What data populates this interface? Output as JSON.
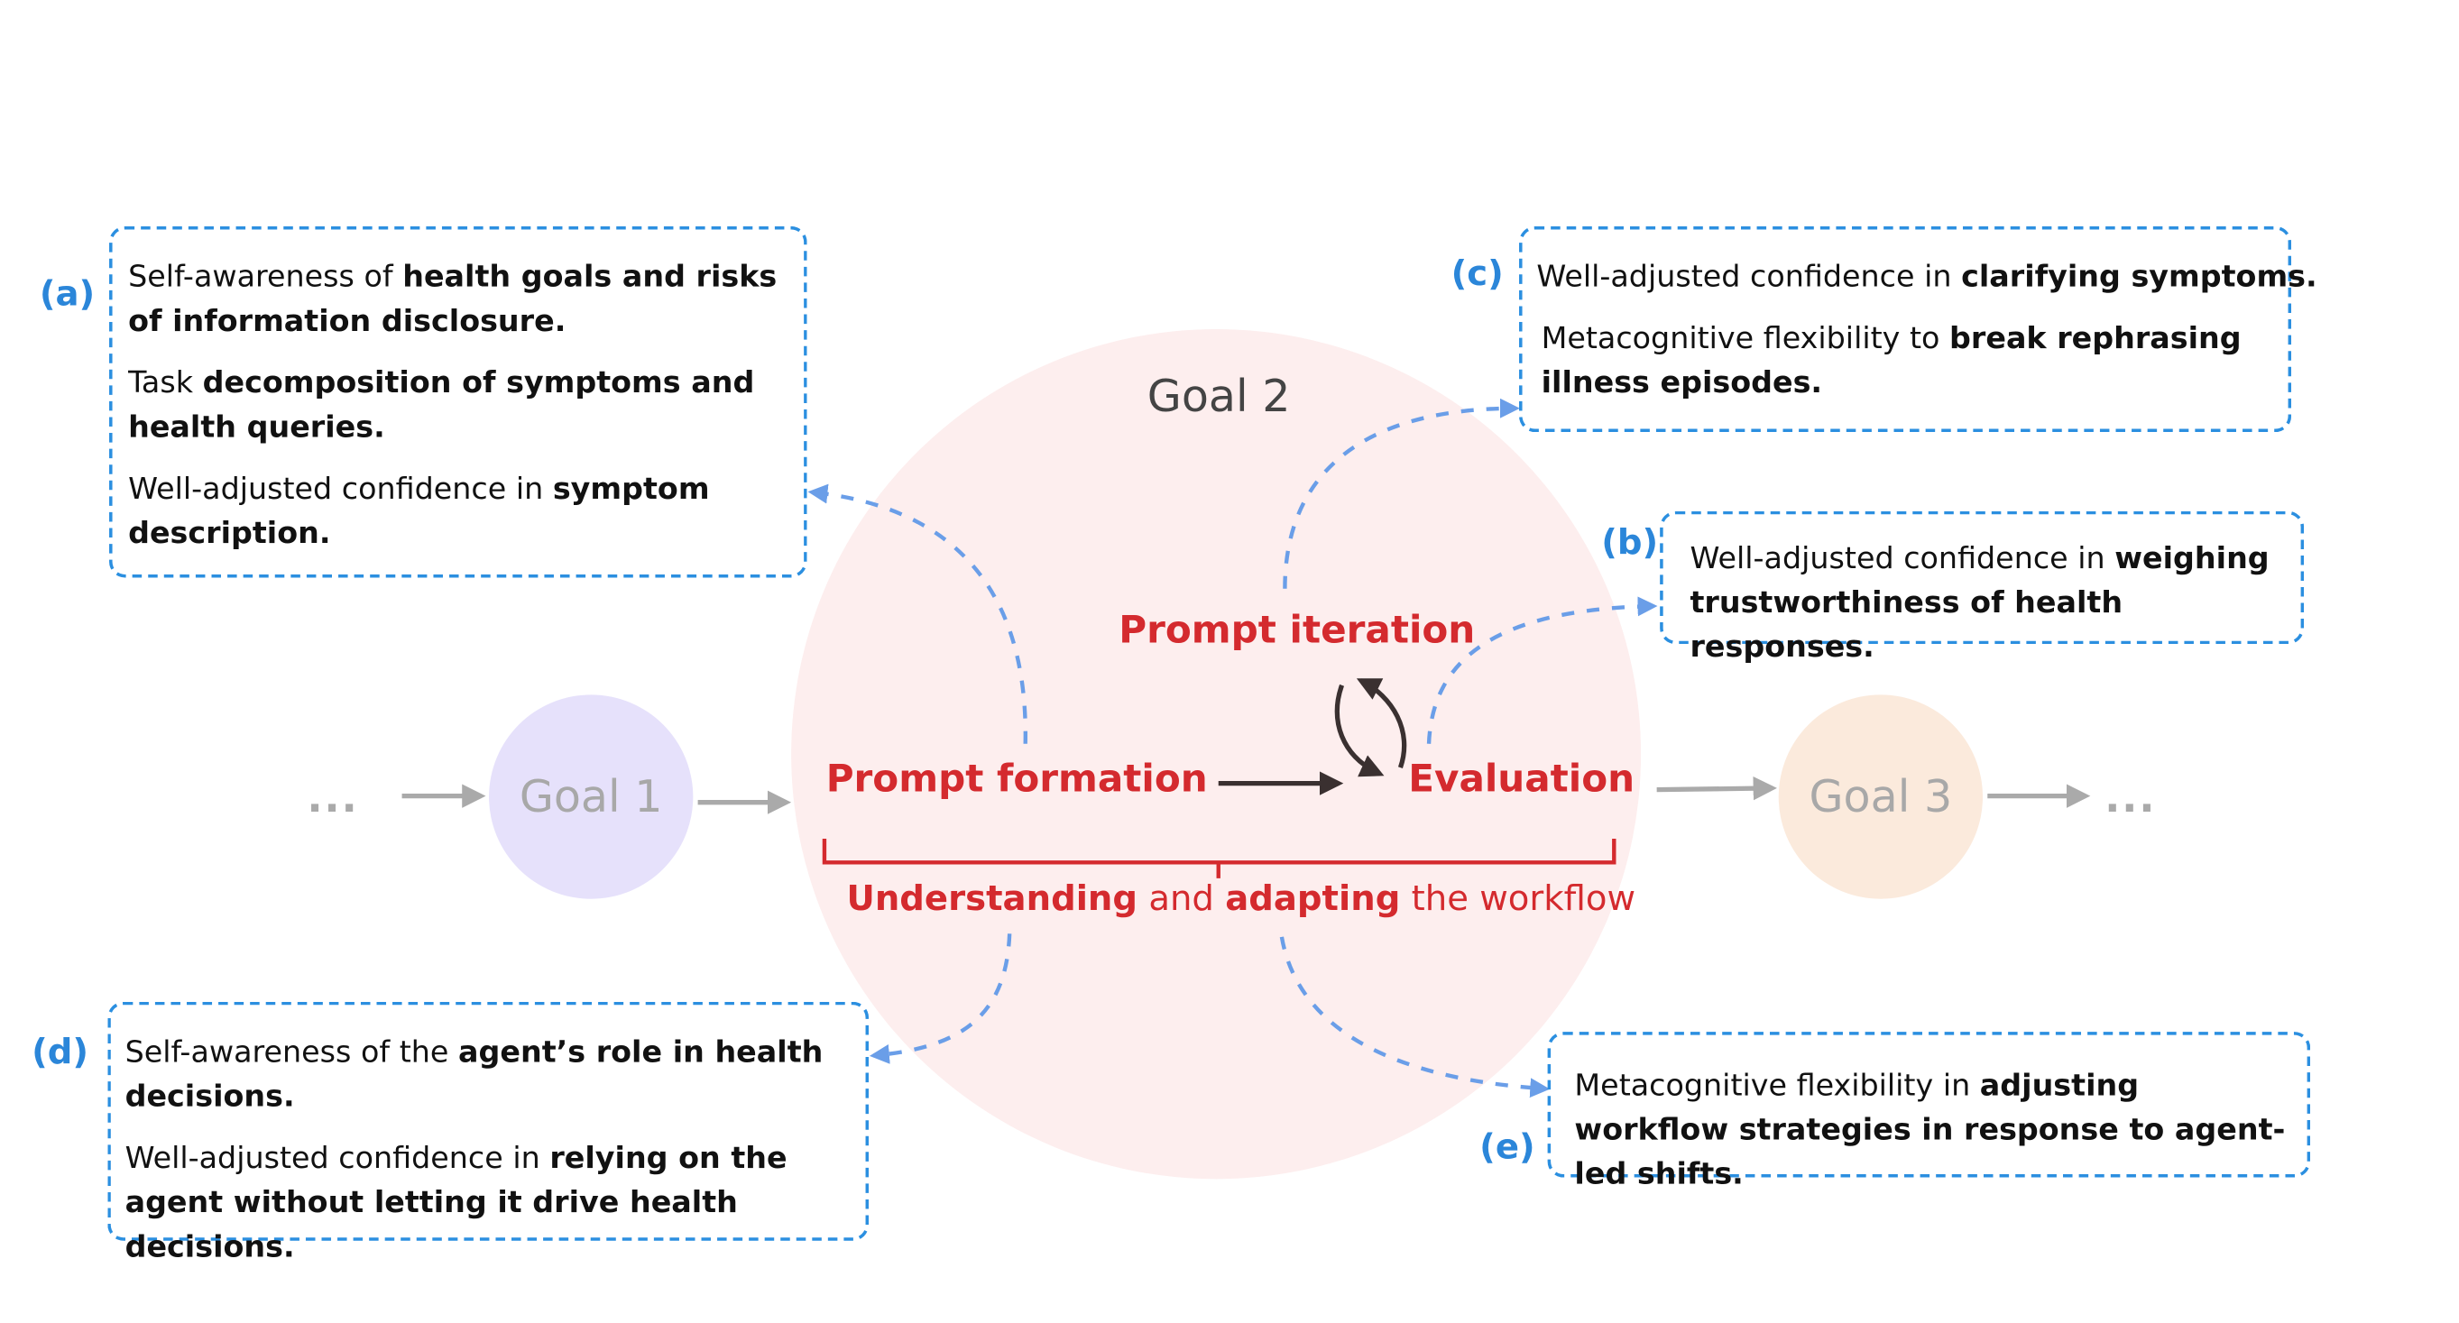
{
  "goals": {
    "goal1": "Goal 1",
    "goal2": "Goal 2",
    "goal3": "Goal 3",
    "ellipsis": "..."
  },
  "workflow": {
    "prompt_formation": "Prompt formation",
    "prompt_iteration": "Prompt iteration",
    "evaluation": "Evaluation",
    "caption_part1": "Understanding",
    "caption_part2": " and ",
    "caption_part3": "adapting",
    "caption_part4": " the workflow"
  },
  "boxes": {
    "a": {
      "label": "(a)",
      "items": [
        {
          "plain": "Self-awareness of ",
          "bold": "health goals and risks of information disclosure."
        },
        {
          "plain": "Task ",
          "bold": "decomposition of symptoms and health queries."
        },
        {
          "plain": "Well-adjusted confidence in ",
          "bold": "symptom description."
        }
      ]
    },
    "b": {
      "label": "(b)",
      "items": [
        {
          "plain": "Well-adjusted confidence in ",
          "bold": "weighing trustworthiness of health responses."
        }
      ]
    },
    "c": {
      "label": "(c)",
      "items": [
        {
          "plain": "Well-adjusted confidence in ",
          "bold": "clarifying symptoms."
        },
        {
          "plain": "Metacognitive flexibility to ",
          "bold": "break rephrasing illness episodes."
        }
      ]
    },
    "d": {
      "label": "(d)",
      "items": [
        {
          "plain": "Self-awareness of the ",
          "bold": "agent’s role in health decisions."
        },
        {
          "plain": "Well-adjusted confidence in ",
          "bold": "relying on the agent without letting it drive health decisions."
        }
      ]
    },
    "e": {
      "label": "(e)",
      "items": [
        {
          "plain": "Metacognitive flexibility in ",
          "bold": "adjusting workflow strategies in response to agent-led shifts."
        }
      ]
    }
  },
  "colors": {
    "goal1_fill": "#e6e1fb",
    "goal2_fill": "#fdeeee",
    "goal3_fill": "#fbeadc",
    "workflow_red": "#d42a2e",
    "dashed_blue": "#2b8fe0",
    "connector_blue": "#6a9ee8",
    "gray": "#aaaaaa",
    "dark_arrow": "#3a3030"
  }
}
